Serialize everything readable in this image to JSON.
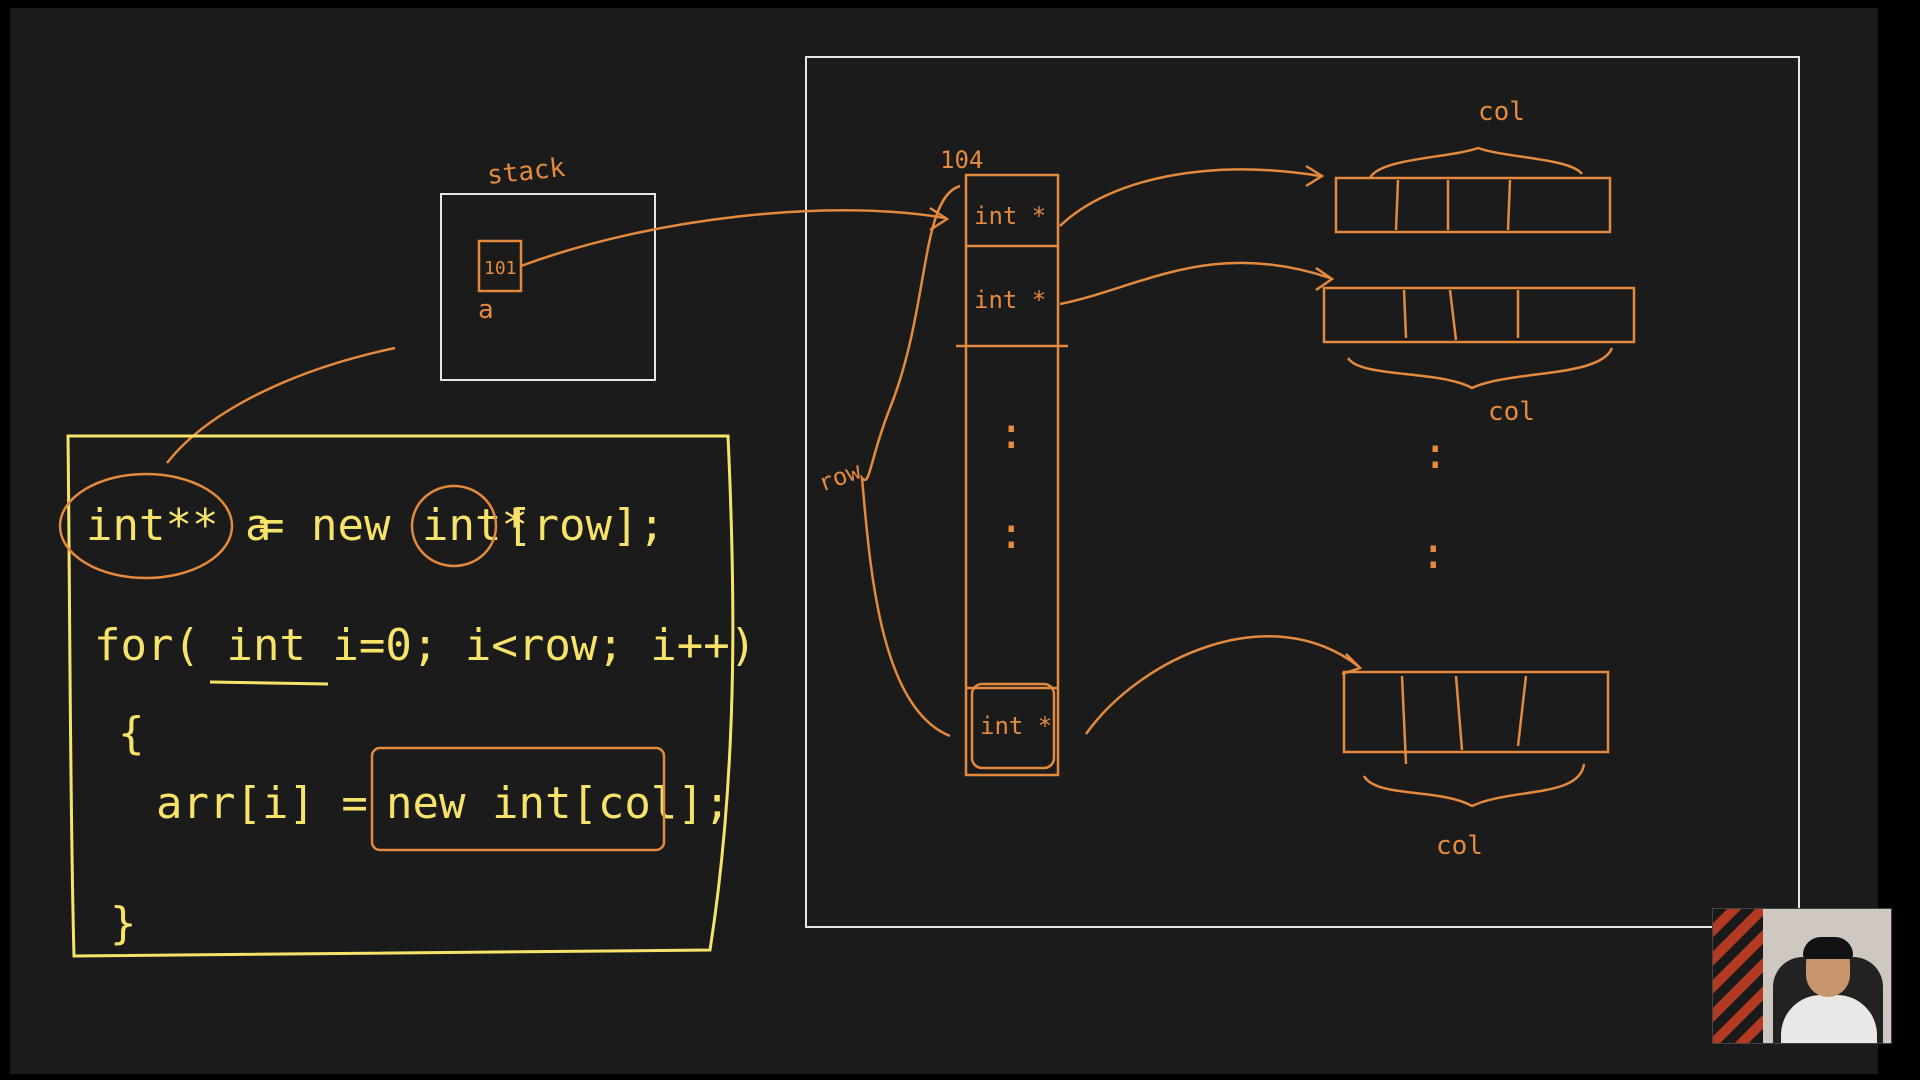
{
  "stack": {
    "title": "stack",
    "cell_label": "101",
    "var_label": "a"
  },
  "code": {
    "line1_part1": "int** a",
    "line1_part2": "= new",
    "line1_part3": "int*",
    "line1_part4": "[row];",
    "line2": "for( int i=0; i<row; i++)",
    "line3": "{",
    "line4_part1": "arr[i] =",
    "line4_part2": "new int[col];",
    "line5": "}"
  },
  "heap": {
    "array_address": "104",
    "row_label": "row",
    "pointer_cells": [
      "int *",
      "int *",
      "int *"
    ],
    "dots": ":",
    "col_label_top": "col",
    "col_label_mid": "col",
    "col_label_bottom": "col"
  },
  "colors": {
    "board": "#1b1b1b",
    "code_ink": "#f7e36a",
    "orange_ink": "#e48a3f",
    "white_ink": "#e6e6e6"
  }
}
